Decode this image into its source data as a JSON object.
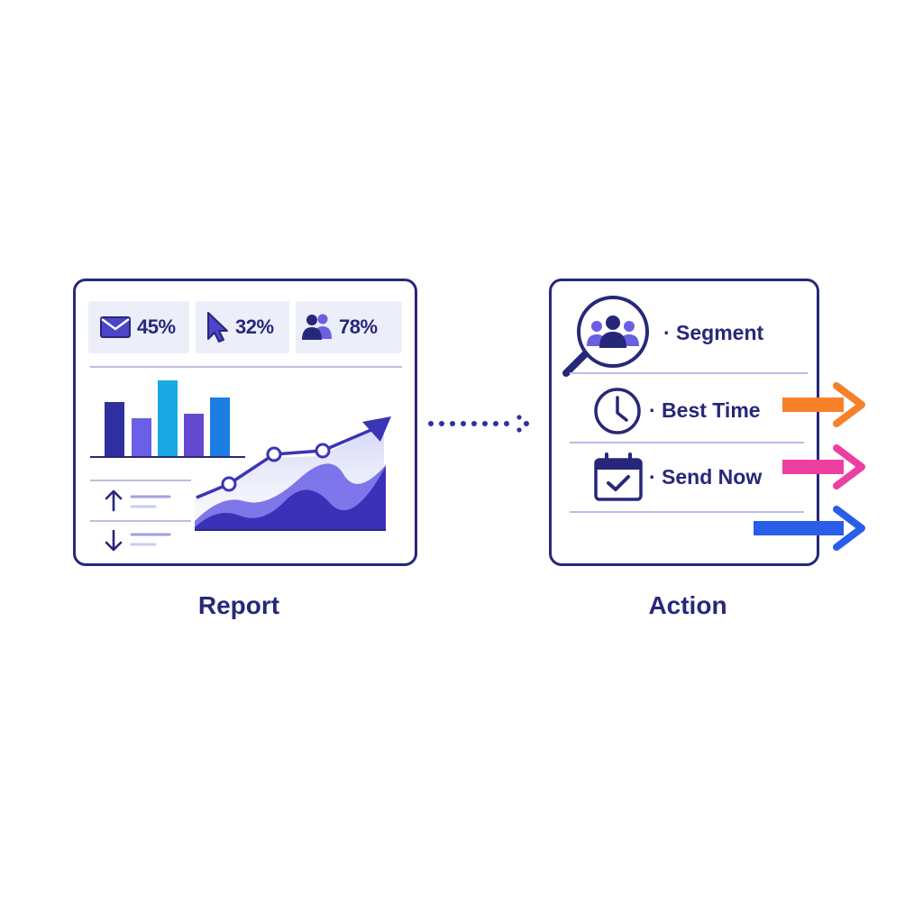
{
  "report": {
    "caption": "Report",
    "stats": [
      {
        "icon": "envelope-icon",
        "value": "45%"
      },
      {
        "icon": "cursor-icon",
        "value": "32%"
      },
      {
        "icon": "users-icon",
        "value": "78%"
      }
    ]
  },
  "action": {
    "caption": "Action",
    "items": [
      {
        "icon": "search-users-icon",
        "label": "· Segment"
      },
      {
        "icon": "clock-icon",
        "label": "· Best Time"
      },
      {
        "icon": "calendar-check-icon",
        "label": "· Send Now"
      }
    ]
  },
  "colors": {
    "navy": "#27277a",
    "indigo": "#5b4fd6",
    "cyan": "#17a7e6",
    "blue": "#1f6fe0",
    "orange": "#f7802a",
    "magenta": "#ec3fa0",
    "arrow_blue": "#2a5de8"
  }
}
